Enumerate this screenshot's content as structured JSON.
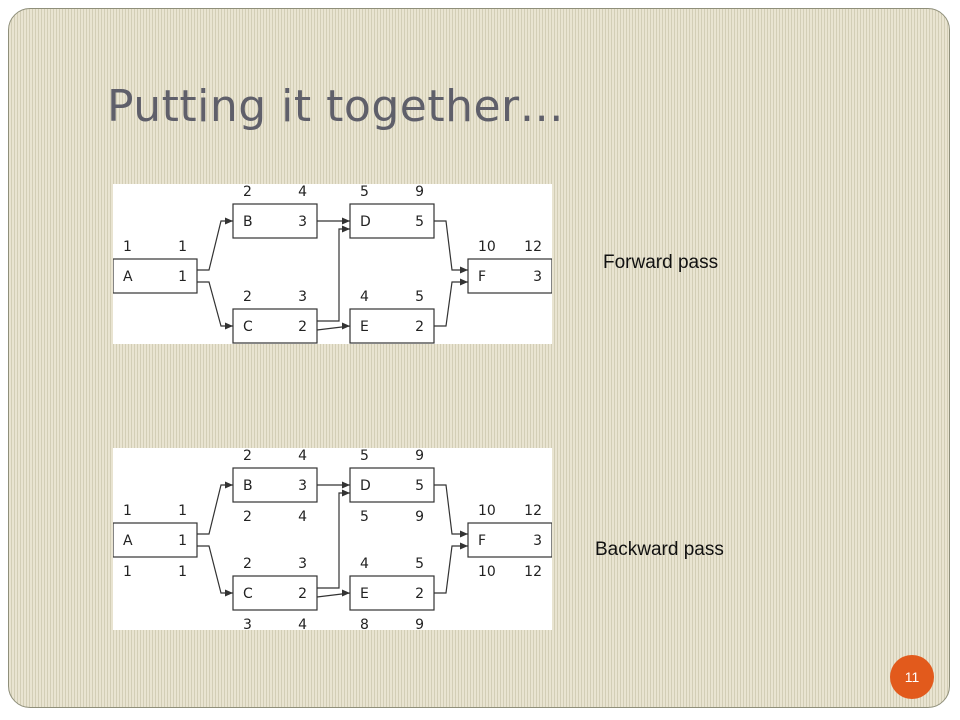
{
  "title": "Putting it together…",
  "labels": {
    "forward": "Forward pass",
    "backward": "Backward pass"
  },
  "page_number": "11",
  "colors": {
    "accent": "#e25a1c",
    "title": "#5f5f6a",
    "background": "#e9e4d1"
  },
  "diagrams": {
    "forward": {
      "nodes": [
        {
          "name": "A",
          "duration": "1",
          "top": [
            "1",
            "1"
          ],
          "bottom": []
        },
        {
          "name": "B",
          "duration": "3",
          "top": [
            "2",
            "4"
          ],
          "bottom": []
        },
        {
          "name": "C",
          "duration": "2",
          "top": [
            "2",
            "3"
          ],
          "bottom": []
        },
        {
          "name": "D",
          "duration": "5",
          "top": [
            "5",
            "9"
          ],
          "bottom": []
        },
        {
          "name": "E",
          "duration": "2",
          "top": [
            "4",
            "5"
          ],
          "bottom": []
        },
        {
          "name": "F",
          "duration": "3",
          "top": [
            "10",
            "12"
          ],
          "bottom": []
        }
      ]
    },
    "backward": {
      "nodes": [
        {
          "name": "A",
          "duration": "1",
          "top": [
            "1",
            "1"
          ],
          "bottom": [
            "1",
            "1"
          ]
        },
        {
          "name": "B",
          "duration": "3",
          "top": [
            "2",
            "4"
          ],
          "bottom": [
            "2",
            "4"
          ]
        },
        {
          "name": "C",
          "duration": "2",
          "top": [
            "2",
            "3"
          ],
          "bottom": [
            "3",
            "4"
          ]
        },
        {
          "name": "D",
          "duration": "5",
          "top": [
            "5",
            "9"
          ],
          "bottom": [
            "5",
            "9"
          ]
        },
        {
          "name": "E",
          "duration": "2",
          "top": [
            "4",
            "5"
          ],
          "bottom": [
            "8",
            "9"
          ]
        },
        {
          "name": "F",
          "duration": "3",
          "top": [
            "10",
            "12"
          ],
          "bottom": [
            "10",
            "12"
          ]
        }
      ]
    },
    "edges": [
      [
        "A",
        "B"
      ],
      [
        "A",
        "C"
      ],
      [
        "B",
        "D"
      ],
      [
        "C",
        "D"
      ],
      [
        "C",
        "E"
      ],
      [
        "D",
        "F"
      ],
      [
        "E",
        "F"
      ]
    ]
  }
}
